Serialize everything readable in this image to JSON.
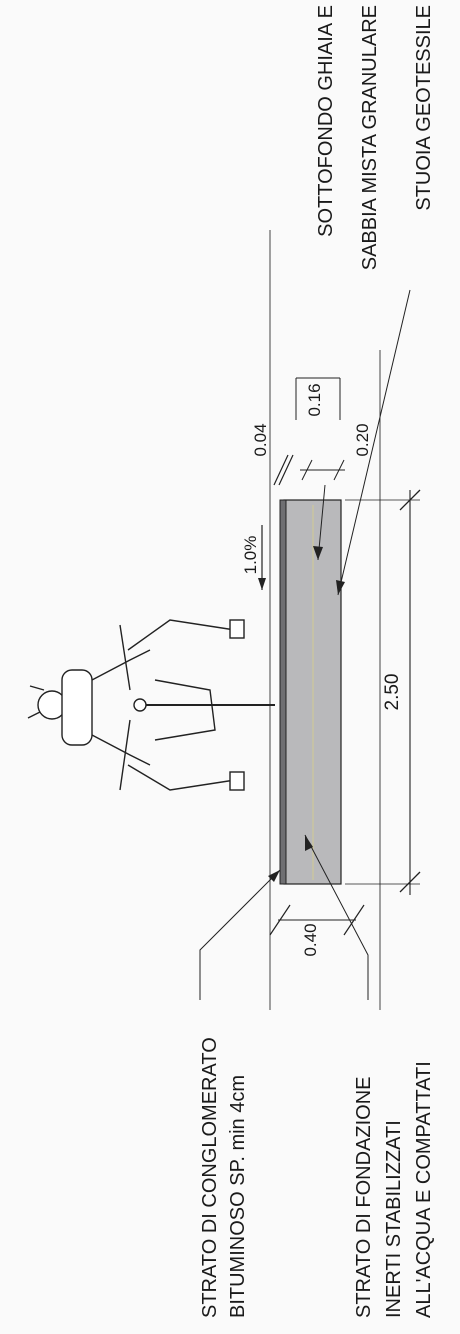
{
  "labels": {
    "sottofondo_line1": "SOTTOFONDO GHIAIA E",
    "sottofondo_line2": "SABBIA MISTA GRANULARE",
    "stuoia": "STUOIA GEOTESSILE",
    "strato_cong_line1": "STRATO DI CONGLOMERATO",
    "strato_cong_line2": "BITUMINOSO SP. min 4cm",
    "strato_fond_line1": "STRATO DI FONDAZIONE",
    "strato_fond_line2": "INERTI STABILIZZATI",
    "strato_fond_line3": "ALL'ACQUA E COMPATTATI"
  },
  "dimensions": {
    "dim_004": "0.04",
    "dim_016": "0.16",
    "dim_020": "0.20",
    "dim_040": "0.40",
    "dim_250": "2.50",
    "slope": "1.0%"
  },
  "colors": {
    "layer_fill": "#b9b9bb",
    "asphalt": "#6f6f72",
    "line": "#222222",
    "paper": "#fafafa"
  },
  "icons": {
    "figure": "cyclist-icon"
  }
}
